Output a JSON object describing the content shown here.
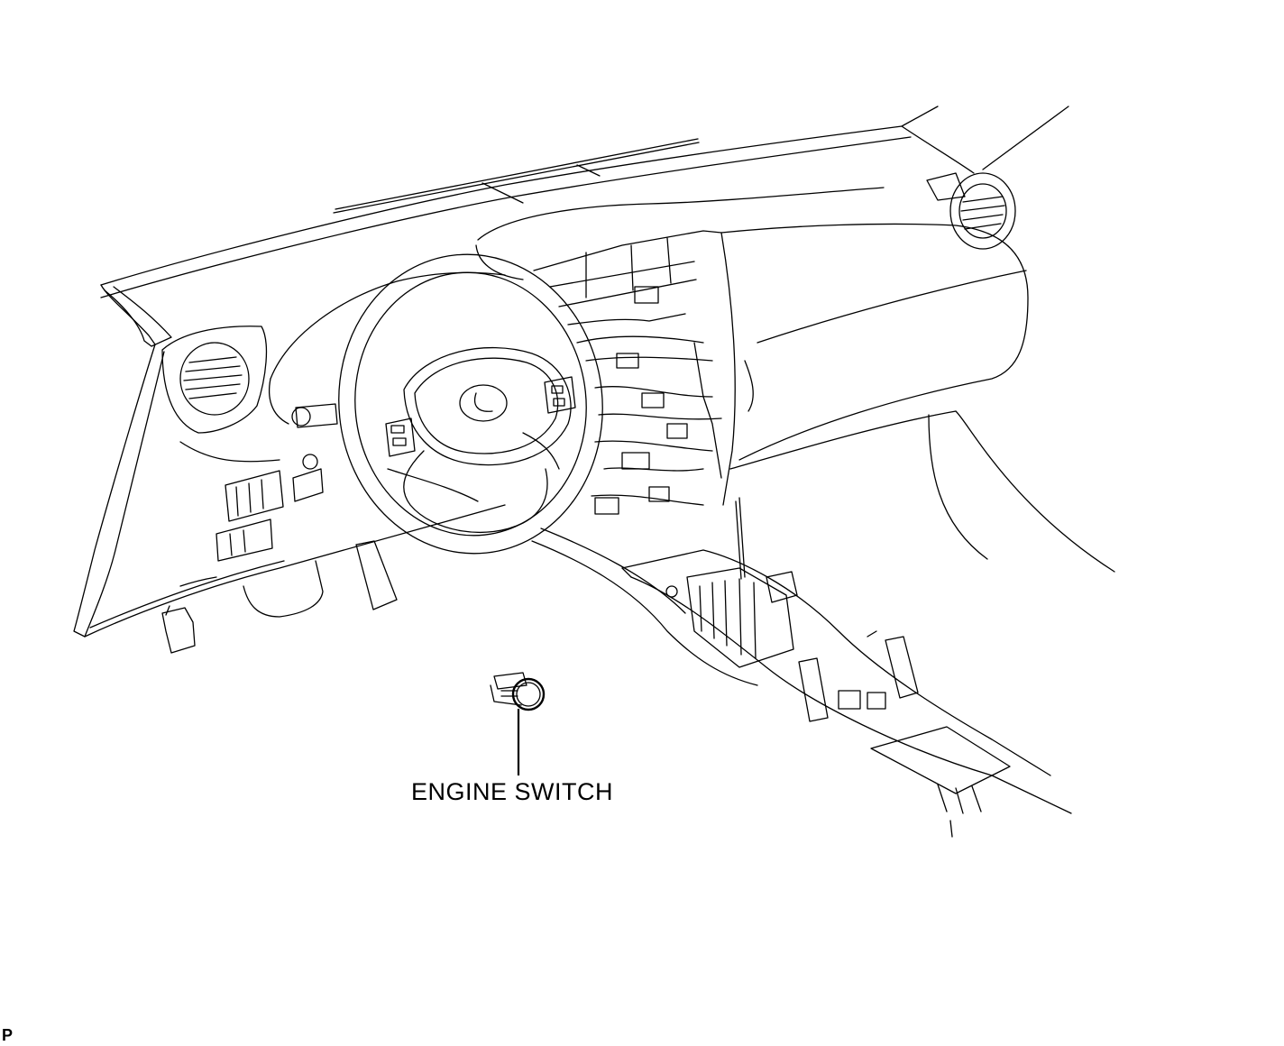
{
  "callout": {
    "label": "ENGINE SWITCH",
    "target": "engine-switch"
  },
  "corner_mark": "P",
  "icons": {
    "engine_switch": "push-button-start-switch",
    "steering_logo": "lexus-emblem"
  }
}
